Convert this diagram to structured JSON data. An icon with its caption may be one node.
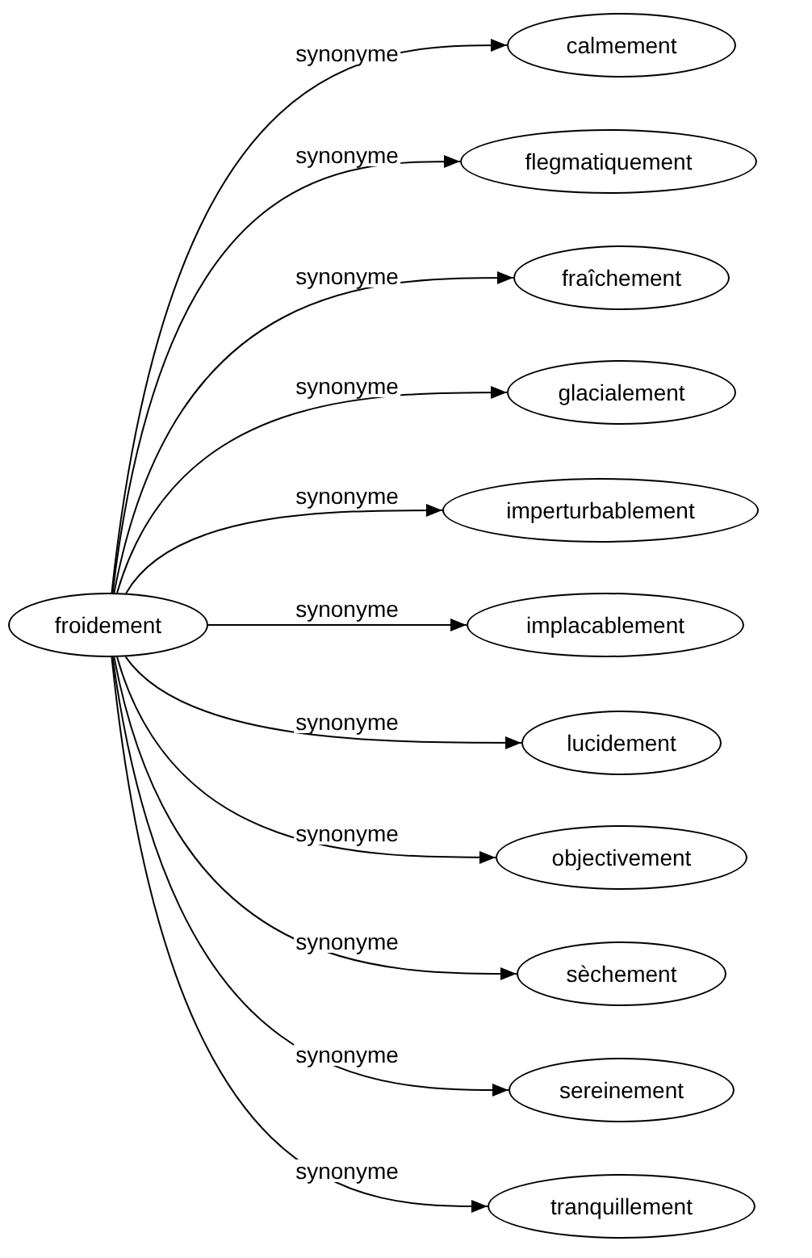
{
  "diagram": {
    "nodes": [
      {
        "text": [
          "froidement"
        ]
      },
      {
        "text": [
          "calmement"
        ]
      },
      {
        "text": [
          "flegmatiquement"
        ]
      },
      {
        "text": [
          "fraîchement"
        ]
      },
      {
        "text": [
          "glacialement"
        ]
      },
      {
        "text": [
          "imperturbablement"
        ]
      },
      {
        "text": [
          "implacablement"
        ]
      },
      {
        "text": [
          "lucidement"
        ]
      },
      {
        "text": [
          "objectivement"
        ]
      },
      {
        "text": [
          "sèchement"
        ]
      },
      {
        "text": [
          "sereinement"
        ]
      },
      {
        "text": [
          "tranquillement"
        ]
      }
    ],
    "edges": [
      {
        "from": 0,
        "to": 1,
        "arrow": "to",
        "label": "synonyme"
      },
      {
        "from": 0,
        "to": 2,
        "arrow": "to",
        "label": "synonyme"
      },
      {
        "from": 0,
        "to": 3,
        "arrow": "to",
        "label": "synonyme"
      },
      {
        "from": 0,
        "to": 4,
        "arrow": "to",
        "label": "synonyme"
      },
      {
        "from": 0,
        "to": 5,
        "arrow": "to",
        "label": "synonyme"
      },
      {
        "from": 0,
        "to": 6,
        "arrow": "to",
        "label": "synonyme"
      },
      {
        "from": 0,
        "to": 7,
        "arrow": "to",
        "label": "synonyme"
      },
      {
        "from": 0,
        "to": 8,
        "arrow": "to",
        "label": "synonyme"
      },
      {
        "from": 0,
        "to": 9,
        "arrow": "to",
        "label": "synonyme"
      },
      {
        "from": 0,
        "to": 10,
        "arrow": "to",
        "label": "synonyme"
      },
      {
        "from": 0,
        "to": 11,
        "arrow": "to",
        "label": "synonyme"
      }
    ]
  }
}
